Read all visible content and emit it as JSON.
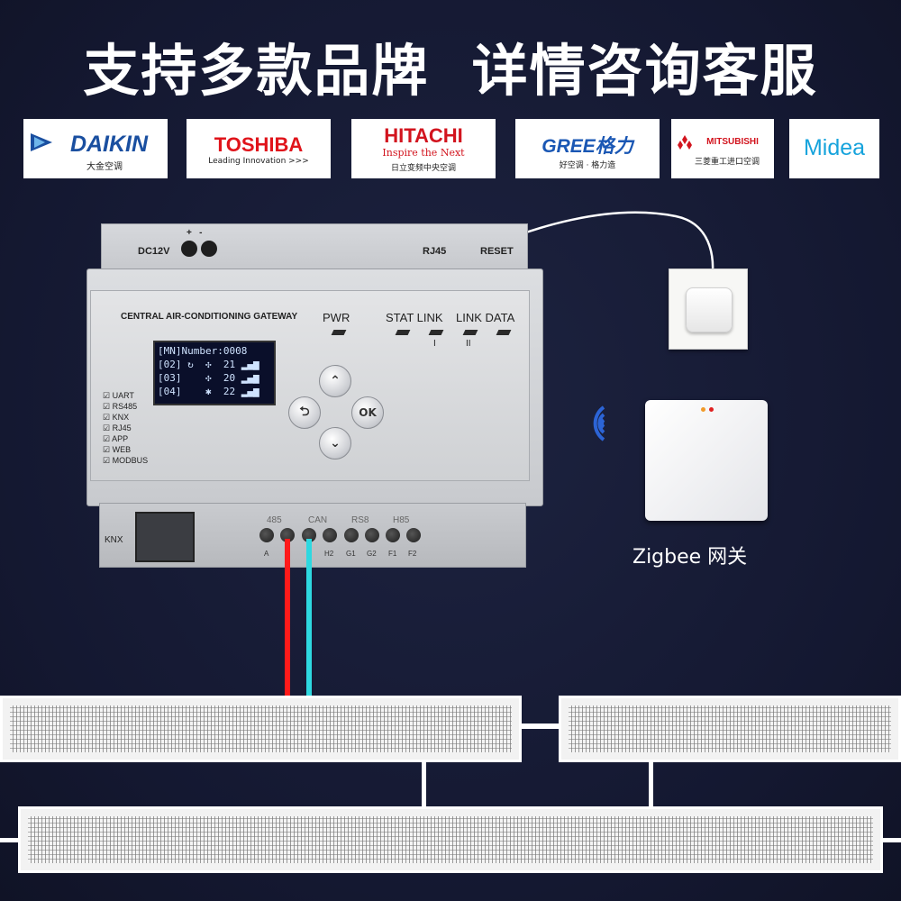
{
  "headline": "支持多款品牌  详情咨询客服",
  "brands": [
    {
      "name": "DAIKIN",
      "sub": "大金空调",
      "color": "#1a4fa0"
    },
    {
      "name": "TOSHIBA",
      "sub": "Leading Innovation >>>",
      "color": "#e0141b"
    },
    {
      "name": "HITACHI",
      "sub": "Inspire the Next",
      "sub2": "日立变频中央空调",
      "color": "#d2141e"
    },
    {
      "name": "GREE格力",
      "sub": "好空调 · 格力造",
      "color": "#1a57b4"
    },
    {
      "name": "MITSUBISHI",
      "sub": "三菱重工进口空调",
      "color": "#d2141e"
    },
    {
      "name": "Midea",
      "sub": "",
      "color": "#16a3dc"
    }
  ],
  "gateway": {
    "power_label": "DC12V",
    "rj45_label": "RJ45",
    "reset_label": "RESET",
    "title": "CENTRAL AIR-CONDITIONING GATEWAY",
    "led_pwr": "PWR",
    "led_stat_link": "STAT LINK",
    "led_link_data": "LINK DATA",
    "led_i": "I",
    "led_ii": "II",
    "lcd": {
      "line1": "[MN]Number:0008",
      "line2": "[02] ↻  ✣  21 ▂▄▆",
      "line3": "[03]    ✣  20 ▂▄▆",
      "line4": "[04]    ✱  22 ▂▄▆"
    },
    "keys": {
      "back": "⮌",
      "ok": "OK",
      "up": "⌃",
      "down": "⌄"
    },
    "checks": [
      "UART",
      "RS485",
      "KNX",
      "RJ45",
      "APP",
      "WEB",
      "MODBUS"
    ],
    "knx_label": "KNX",
    "bus_labels": [
      "485",
      "CAN",
      "RS8",
      "H85"
    ],
    "terminals": [
      "A",
      "",
      "H2",
      "G1",
      "G2",
      "F1",
      "F2"
    ],
    "wire_colors": [
      "#ff1a1a",
      "#2ed8e0"
    ]
  },
  "zigbee": {
    "label": "Zigbee 网关"
  }
}
